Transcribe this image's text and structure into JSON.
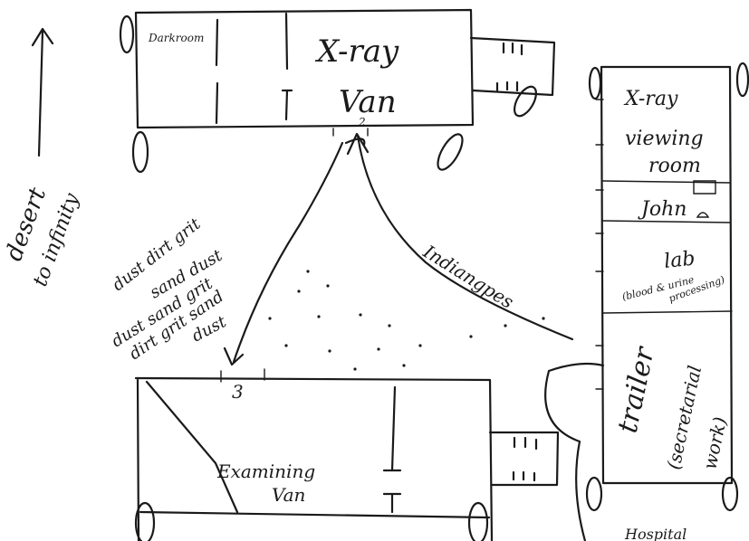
{
  "xray_van": {
    "darkroom": "Darkroom",
    "line1": "X-ray",
    "line2": "Van",
    "door_mark": "2"
  },
  "examining_van": {
    "line1": "Examining",
    "line2": "Van",
    "door_mark": "3"
  },
  "trailer": {
    "viewing1": "X-ray",
    "viewing2": "viewing",
    "viewing3": "room",
    "john": "John",
    "lab": "lab",
    "lab_note1": "(blood & urine",
    "lab_note2": "processing)",
    "trailer_label": "trailer",
    "secretarial1": "(secretarial",
    "secretarial2": "work)"
  },
  "labels": {
    "desert1": "desert",
    "desert2": "to infinity",
    "dust1": "dust dirt grit",
    "dust2": "sand dust",
    "dust3": "dust sand grit",
    "dust4": "dirt grit sand",
    "dust5": "dust",
    "indiangpes": "Indiangpes",
    "bottom_partial": "Hospital"
  }
}
